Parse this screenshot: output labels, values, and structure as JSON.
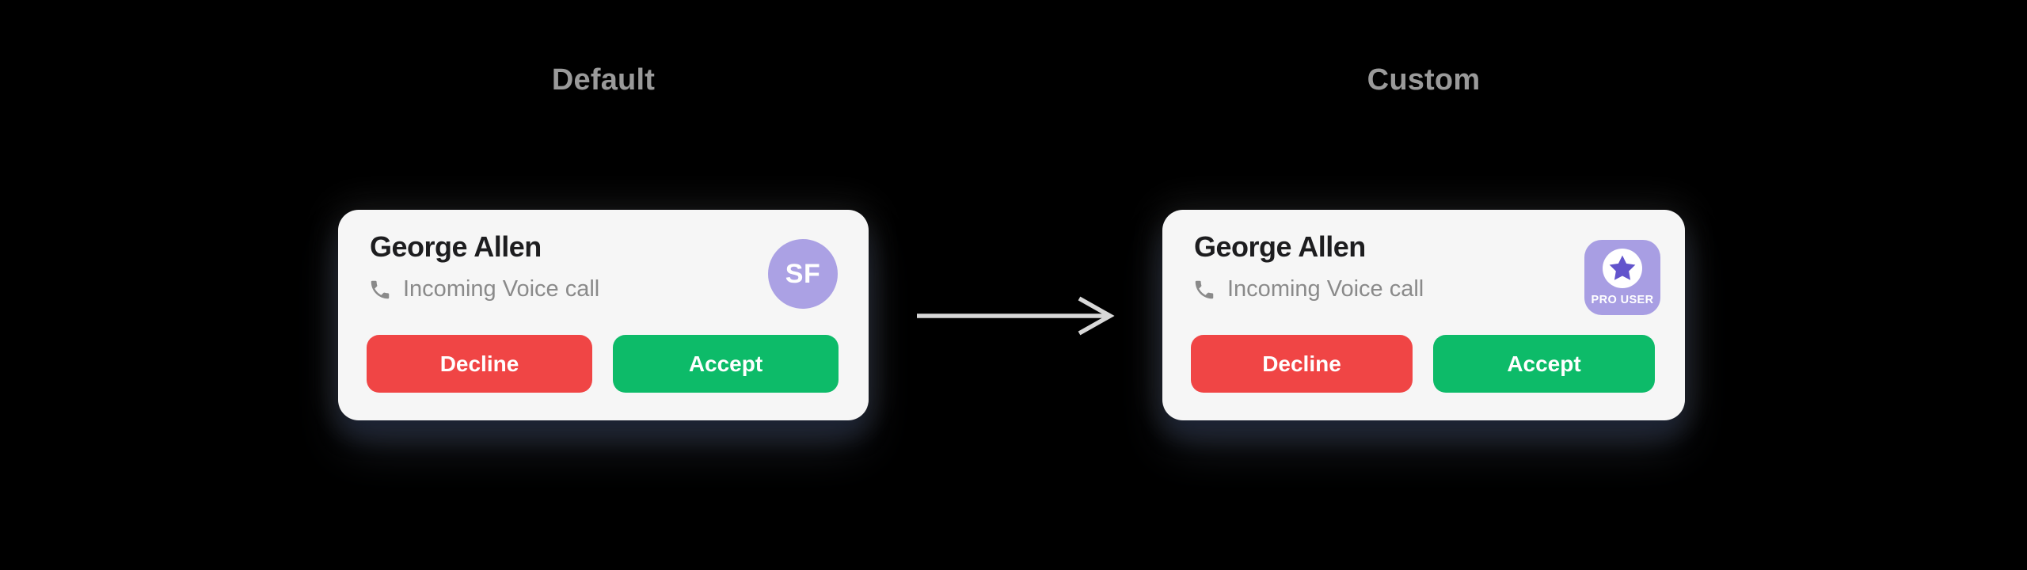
{
  "headings": {
    "default_label": "Default",
    "custom_label": "Custom"
  },
  "cards": {
    "default": {
      "caller_name": "George Allen",
      "call_type": "Incoming Voice call",
      "avatar_initials": "SF",
      "decline_label": "Decline",
      "accept_label": "Accept"
    },
    "custom": {
      "caller_name": "George Allen",
      "call_type": "Incoming Voice call",
      "badge_label": "PRO USER",
      "decline_label": "Decline",
      "accept_label": "Accept"
    }
  },
  "icons": {
    "phone": "phone-receiver-icon",
    "star": "star-icon",
    "arrow": "arrow-right-icon"
  },
  "colors": {
    "page-bg": "#000000",
    "card-bg": "#f6f6f6",
    "heading-gray": "#9a9a9a",
    "name-dark": "#1d1d1f",
    "subtitle-gray": "#8a8a8a",
    "decline-red": "#f04545",
    "accept-green": "#0dbb69",
    "avatar-purple": "#aba1e4",
    "badge-purple": "#a89ee3",
    "star-purple": "#6254cc",
    "arrow-gray": "#d8d8d8"
  }
}
